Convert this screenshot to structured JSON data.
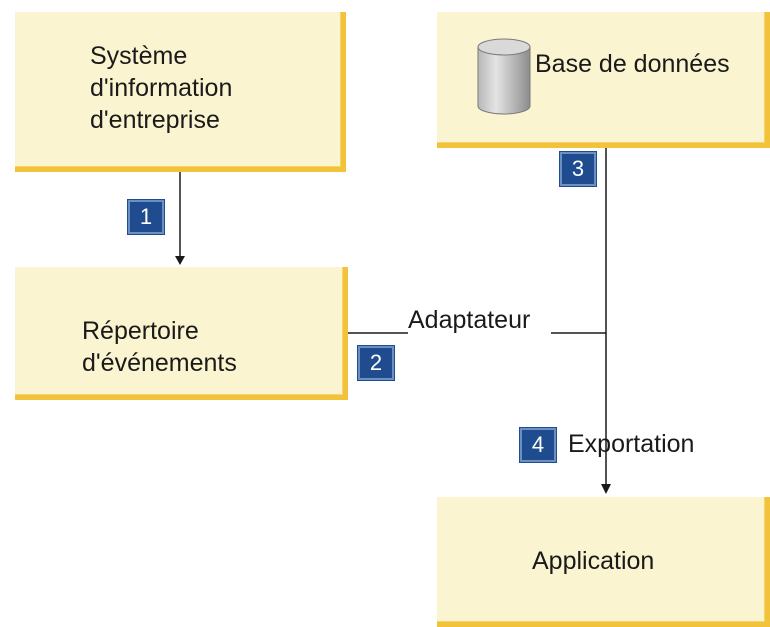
{
  "boxes": {
    "eis": "Système\nd'information\nd'entreprise",
    "database": "Base de données",
    "event_store": "Répertoire\nd'événements",
    "application": "Application"
  },
  "labels": {
    "adapter": "Adaptateur",
    "export": "Exportation"
  },
  "steps": [
    "1",
    "2",
    "3",
    "4"
  ],
  "colors": {
    "box_fill": "#fbf4d0",
    "box_border": "#f2c23a",
    "badge": "#1e4c8f",
    "line": "#1a1a1a"
  },
  "icons": [
    "database-cylinder-icon"
  ]
}
